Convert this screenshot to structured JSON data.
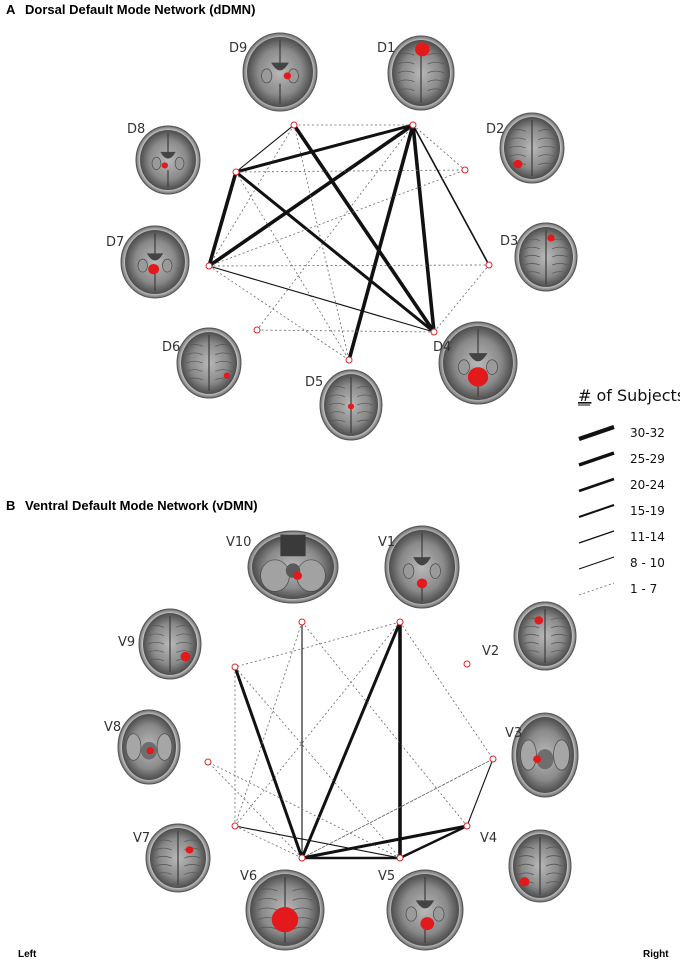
{
  "panel_a": {
    "letter": "A",
    "title": "Dorsal Default Mode Network (dDMN)",
    "nodes": [
      {
        "id": "D1",
        "label": "D1",
        "view": "axial-high"
      },
      {
        "id": "D2",
        "label": "D2",
        "view": "axial-top"
      },
      {
        "id": "D3",
        "label": "D3",
        "view": "axial-top"
      },
      {
        "id": "D4",
        "label": "D4",
        "view": "axial-mid"
      },
      {
        "id": "D5",
        "label": "D5",
        "view": "axial-top"
      },
      {
        "id": "D6",
        "label": "D6",
        "view": "axial-top"
      },
      {
        "id": "D7",
        "label": "D7",
        "view": "axial-mid"
      },
      {
        "id": "D8",
        "label": "D8",
        "view": "axial-mid"
      },
      {
        "id": "D9",
        "label": "D9",
        "view": "axial-mid"
      }
    ],
    "edges": [
      {
        "from": "D1",
        "to": "D4",
        "weight": "25-29"
      },
      {
        "from": "D1",
        "to": "D5",
        "weight": "25-29"
      },
      {
        "from": "D1",
        "to": "D7",
        "weight": "25-29"
      },
      {
        "from": "D1",
        "to": "D8",
        "weight": "20-24"
      },
      {
        "from": "D1",
        "to": "D3",
        "weight": "11-14"
      },
      {
        "from": "D1",
        "to": "D9",
        "weight": "1-7"
      },
      {
        "from": "D1",
        "to": "D2",
        "weight": "1-7"
      },
      {
        "from": "D1",
        "to": "D6",
        "weight": "1-7"
      },
      {
        "from": "D9",
        "to": "D4",
        "weight": "25-29"
      },
      {
        "from": "D9",
        "to": "D7",
        "weight": "1-7"
      },
      {
        "from": "D9",
        "to": "D5",
        "weight": "1-7"
      },
      {
        "from": "D9",
        "to": "D8",
        "weight": "8-10"
      },
      {
        "from": "D8",
        "to": "D7",
        "weight": "25-29"
      },
      {
        "from": "D8",
        "to": "D4",
        "weight": "20-24"
      },
      {
        "from": "D8",
        "to": "D5",
        "weight": "1-7"
      },
      {
        "from": "D8",
        "to": "D2",
        "weight": "1-7"
      },
      {
        "from": "D7",
        "to": "D4",
        "weight": "8-10"
      },
      {
        "from": "D7",
        "to": "D5",
        "weight": "1-7"
      },
      {
        "from": "D7",
        "to": "D2",
        "weight": "1-7"
      },
      {
        "from": "D7",
        "to": "D3",
        "weight": "1-7"
      },
      {
        "from": "D6",
        "to": "D4",
        "weight": "1-7"
      },
      {
        "from": "D4",
        "to": "D3",
        "weight": "1-7"
      }
    ]
  },
  "panel_b": {
    "letter": "B",
    "title": "Ventral Default Mode Network (vDMN)",
    "nodes": [
      {
        "id": "V1",
        "label": "V1",
        "view": "axial-mid"
      },
      {
        "id": "V2",
        "label": "V2",
        "view": "axial-top"
      },
      {
        "id": "V3",
        "label": "V3",
        "view": "axial-low"
      },
      {
        "id": "V4",
        "label": "V4",
        "view": "axial-top"
      },
      {
        "id": "V5",
        "label": "V5",
        "view": "axial-mid"
      },
      {
        "id": "V6",
        "label": "V6",
        "view": "axial-high"
      },
      {
        "id": "V7",
        "label": "V7",
        "view": "axial-top"
      },
      {
        "id": "V8",
        "label": "V8",
        "view": "axial-low"
      },
      {
        "id": "V9",
        "label": "V9",
        "view": "axial-top"
      },
      {
        "id": "V10",
        "label": "V10",
        "view": "axial-cerebellum"
      }
    ],
    "edges": [
      {
        "from": "V1",
        "to": "V5",
        "weight": "25-29"
      },
      {
        "from": "V1",
        "to": "V6",
        "weight": "20-24"
      },
      {
        "from": "V1",
        "to": "V3",
        "weight": "1-7"
      },
      {
        "from": "V1",
        "to": "V7",
        "weight": "1-7"
      },
      {
        "from": "V1",
        "to": "V9",
        "weight": "1-7"
      },
      {
        "from": "V9",
        "to": "V6",
        "weight": "20-24"
      },
      {
        "from": "V9",
        "to": "V5",
        "weight": "1-7"
      },
      {
        "from": "V9",
        "to": "V7",
        "weight": "1-7"
      },
      {
        "from": "V10",
        "to": "V6",
        "weight": "8-10"
      },
      {
        "from": "V10",
        "to": "V7",
        "weight": "1-7"
      },
      {
        "from": "V10",
        "to": "V4",
        "weight": "1-7"
      },
      {
        "from": "V6",
        "to": "V4",
        "weight": "20-24"
      },
      {
        "from": "V6",
        "to": "V5",
        "weight": "15-19"
      },
      {
        "from": "V6",
        "to": "V3",
        "weight": "1-7"
      },
      {
        "from": "V6",
        "to": "V8",
        "weight": "1-7"
      },
      {
        "from": "V6",
        "to": "V7",
        "weight": "1-7"
      },
      {
        "from": "V5",
        "to": "V4",
        "weight": "15-19"
      },
      {
        "from": "V5",
        "to": "V7",
        "weight": "8-10"
      },
      {
        "from": "V5",
        "to": "V8",
        "weight": "1-7"
      },
      {
        "from": "V4",
        "to": "V3",
        "weight": "8-10"
      },
      {
        "from": "V3",
        "to": "V6",
        "weight": "1-7"
      }
    ]
  },
  "legend": {
    "title_prefix": "#",
    "title_rest": " of Subjects",
    "items": [
      {
        "label": "30-32",
        "style": "solid"
      },
      {
        "label": "25-29",
        "style": "solid"
      },
      {
        "label": "20-24",
        "style": "solid"
      },
      {
        "label": "15-19",
        "style": "solid"
      },
      {
        "label": "11-14",
        "style": "solid"
      },
      {
        "label": "8 - 10",
        "style": "solid"
      },
      {
        "label": "1 - 7",
        "style": "dotted"
      }
    ]
  },
  "orientation": {
    "left": "Left",
    "right": "Right"
  },
  "colors": {
    "activation": "#e31a1c",
    "node_ring": "#d62728",
    "edge": "#111111",
    "scan_bg": "#2b2b2b"
  }
}
